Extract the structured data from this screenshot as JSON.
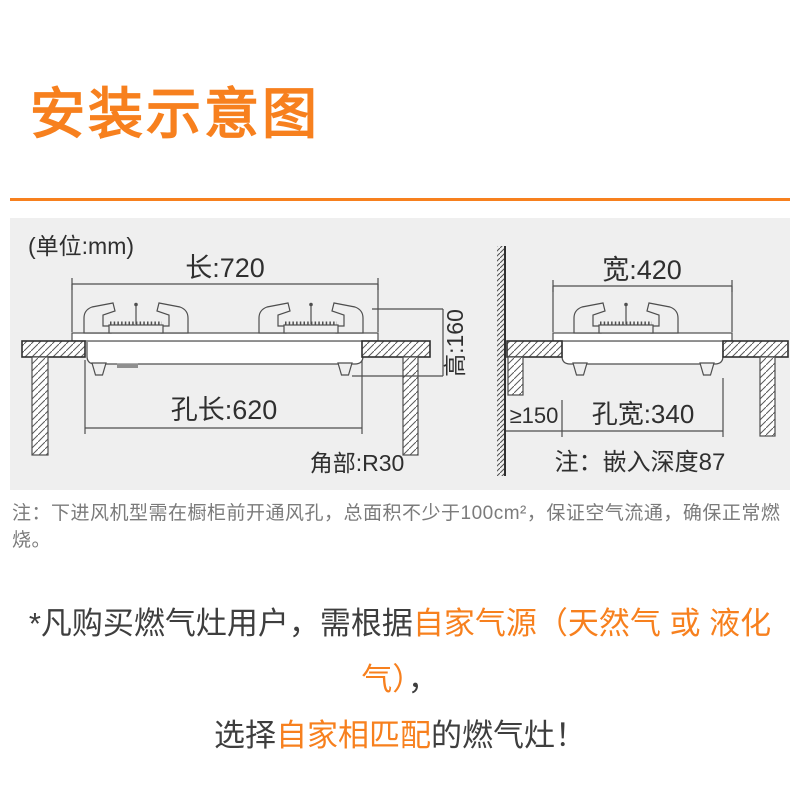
{
  "colors": {
    "accent": "#f7801e",
    "text_dark": "#3e3e3e",
    "note_gray": "#7b7b7b",
    "panel_bg": "#efefef",
    "line": "#4e4e4e"
  },
  "header": {
    "title": "安装示意图"
  },
  "diagram": {
    "unit_label": "(单位:mm)",
    "front_view": {
      "length_label": "长:720",
      "hole_length_label": "孔长:620",
      "height_label": "高:160",
      "corner_label": "角部:R30"
    },
    "side_view": {
      "width_label": "宽:420",
      "wall_clearance_label": "≥150",
      "hole_width_label": "孔宽:340",
      "embed_depth_note": "注：嵌入深度87"
    }
  },
  "install_note": "注：下进风机型需在橱柜前开通风孔，总面积不少于100cm²，保证空气流通，确保正常燃烧。",
  "warning": {
    "line1_prefix": "*凡购买燃气灶用户，需根据",
    "line1_highlight": "自家气源（天然气 或 液化气）",
    "line1_suffix": "，",
    "line2_prefix": "选择",
    "line2_highlight": "自家相匹配",
    "line2_suffix": "的燃气灶！"
  }
}
